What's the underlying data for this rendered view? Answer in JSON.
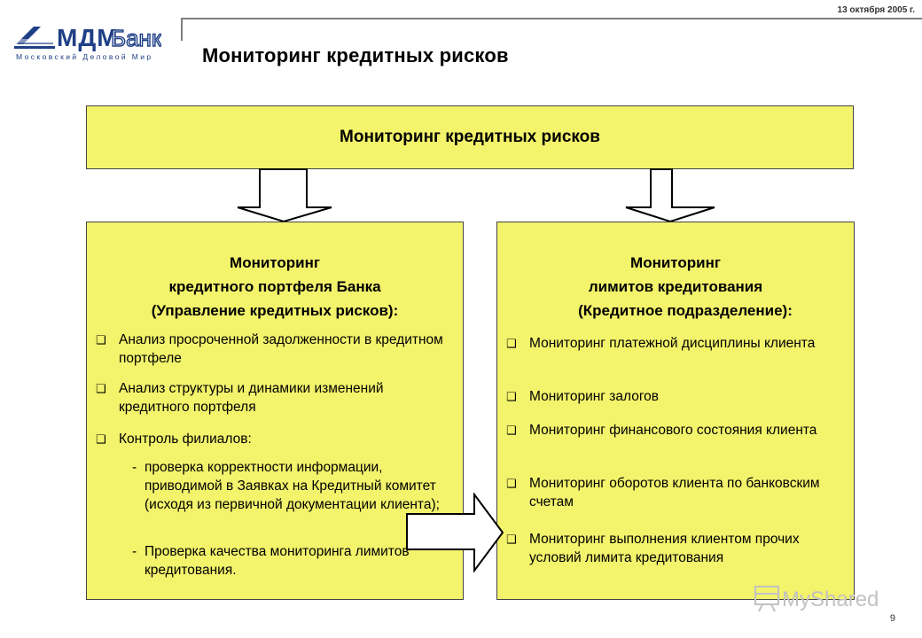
{
  "header": {
    "date": "13 октября 2005 г.",
    "title": "Мониторинг кредитных рисков",
    "logo": {
      "name": "МДМ Банк",
      "tagline": "Московский Деловой Мир",
      "colors": {
        "blue": "#1f3f86"
      }
    }
  },
  "top_box": {
    "title": "Мониторинг кредитных рисков"
  },
  "left_box": {
    "title_lines": [
      "Мониторинг",
      "кредитного портфеля Банка",
      "(Управление кредитных рисков):"
    ],
    "items": [
      "Анализ просроченной задолженности в кредитном портфеле",
      "Анализ структуры и динамики изменений кредитного портфеля",
      "Контроль филиалов:"
    ],
    "subitems": [
      "проверка корректности информации, приводимой в Заявках на Кредитный комитет (исходя из первичной документации клиента);",
      "Проверка качества мониторинга лимитов кредитования."
    ]
  },
  "right_box": {
    "title_lines": [
      "Мониторинг",
      "лимитов кредитования",
      "(Кредитное подразделение):"
    ],
    "items": [
      "Мониторинг платежной дисциплины клиента",
      "Мониторинг залогов",
      "Мониторинг финансового состояния клиента",
      "Мониторинг оборотов клиента по банковским счетам",
      "Мониторинг выполнения клиентом прочих условий лимита кредитования"
    ]
  },
  "colors": {
    "box_fill": "#f3f36c",
    "border": "#444444"
  },
  "page_number": "9",
  "watermark": "MyShared"
}
